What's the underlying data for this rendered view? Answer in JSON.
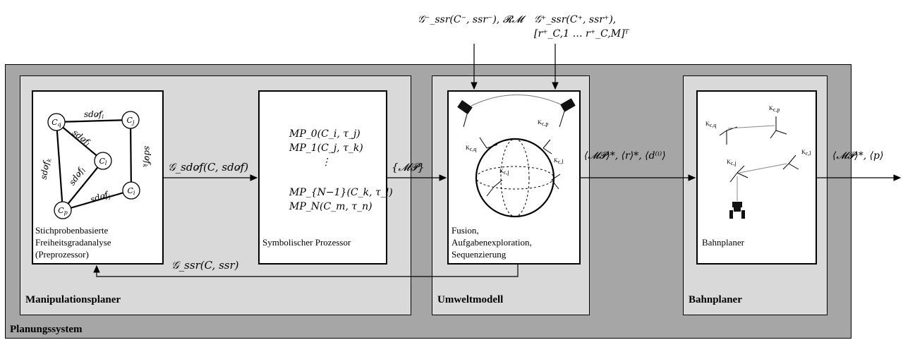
{
  "system": {
    "label": "Planungssystem"
  },
  "panels": {
    "manipulation": {
      "label": "Manipulationsplaner"
    },
    "umwelt": {
      "label": "Umweltmodell"
    },
    "bahn": {
      "label": "Bahnplaner"
    }
  },
  "boxes": {
    "preprocessor": {
      "caption": "Stichprobenbasierte\nFreiheitsgradanalyse\n(Preprozessor)"
    },
    "symbolic": {
      "caption": "Symbolischer Prozessor"
    },
    "fusion": {
      "caption": "Fusion,\nAufgabenexploration,\nSequenzierung"
    },
    "bahnplaner": {
      "caption": "Bahnplaner"
    }
  },
  "graph": {
    "nodes": [
      "C_q",
      "C_j",
      "C_l",
      "C_p",
      "C_i"
    ],
    "edges": [
      "sdof_i",
      "sdof_k",
      "sdof_l",
      "sdof_j",
      "sdof_i2"
    ]
  },
  "symbolic_list": [
    "MP_0(C_i, τ_j)",
    "MP_1(C_j, τ_k)",
    "⋮",
    "MP_{N−1}(C_k, τ_l)",
    "MP_N(C_m, τ_n)"
  ],
  "signals": {
    "g_sdof": "𝒢_sdof̸(C, sdof̸)",
    "mp_set": "{𝓜𝓟}",
    "g_ssr": "𝒢_ssr(C, ssr)",
    "top_left": "𝒢⁻_ssr(C⁻, ssr⁻), 𝓡𝓜",
    "top_right": "𝒢⁺_ssr(C⁺, ssr⁺), [r⁺_C,1 … r⁺_C,M]ᵀ",
    "mid_out": "⟨𝓜𝓟⟩*, ⟨r⟩*, ⟨d⁽ⁱ⁾⟩",
    "final_out": "⟨𝓜𝓟⟩*, ⟨p⟩"
  },
  "frames": {
    "umwelt": [
      "K_c,q",
      "K_c,p",
      "K_c,l",
      "K_c,j"
    ],
    "bahn": [
      "K_c,q",
      "K_c,p",
      "K_c,l",
      "K_c,j"
    ]
  }
}
